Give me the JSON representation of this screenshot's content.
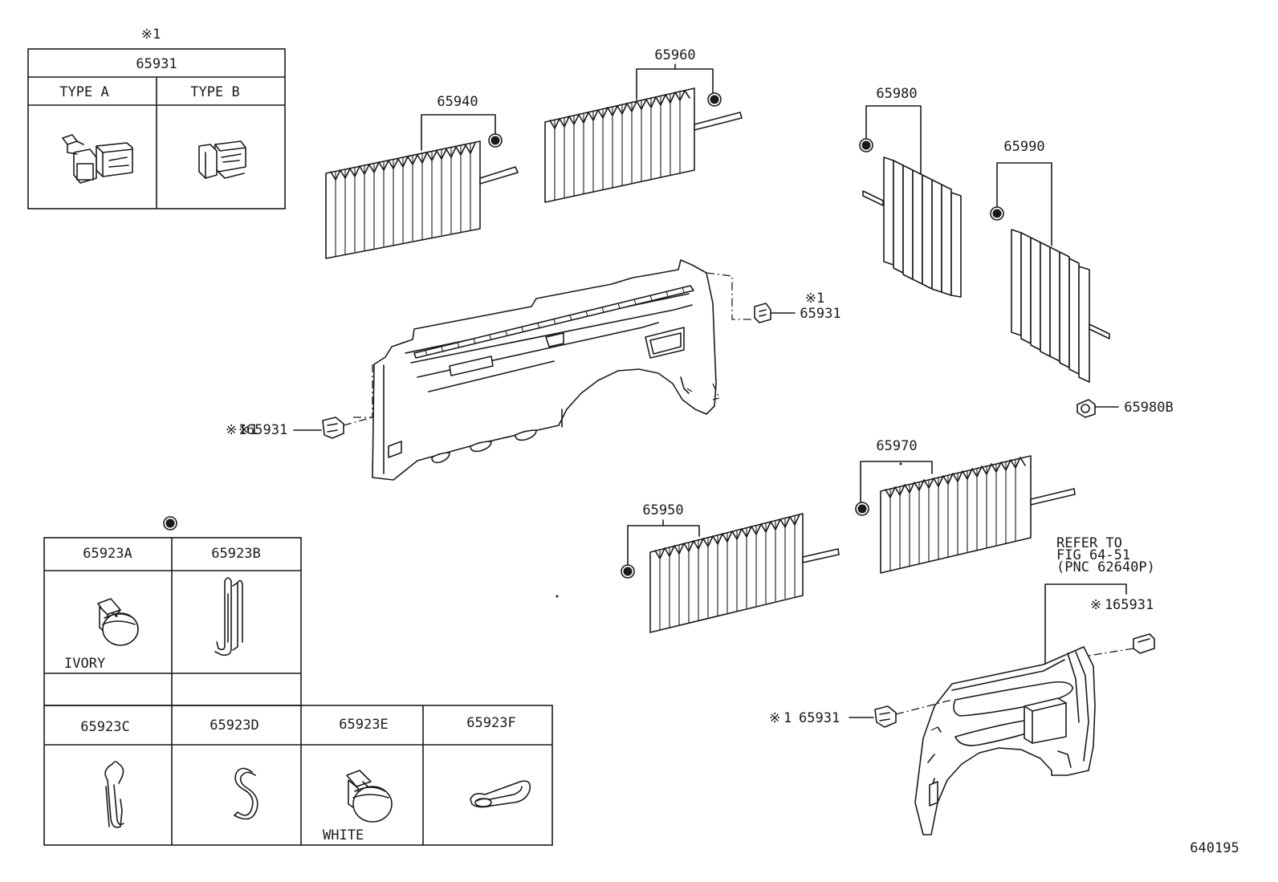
{
  "diagram_code": "640195",
  "mark": "※",
  "clip_table": {
    "header_mark": "※1",
    "part": "65931",
    "type_a": "TYPE A",
    "type_b": "TYPE B"
  },
  "fastener_table": {
    "a": "65923A",
    "b": "65923B",
    "c": "65923C",
    "d": "65923D",
    "e": "65923E",
    "f": "65923F",
    "ivory": "IVORY",
    "white": "WHITE"
  },
  "shades": {
    "s65940": "65940",
    "s65960": "65960",
    "s65980": "65980",
    "s65990": "65990",
    "s65950": "65950",
    "s65970": "65970"
  },
  "callouts": {
    "c65931_mark": "※1",
    "c65931": "65931",
    "c65980b": "65980B",
    "left_mark": "※1",
    "left_num": "65931",
    "right_mark": "※1",
    "right_num": "65931",
    "lower_mark": "※1",
    "lower_num": "65931"
  },
  "refer_note": {
    "line1": "REFER TO",
    "line2": "FIG 64-51",
    "line3": "(PNC 62640P)"
  }
}
